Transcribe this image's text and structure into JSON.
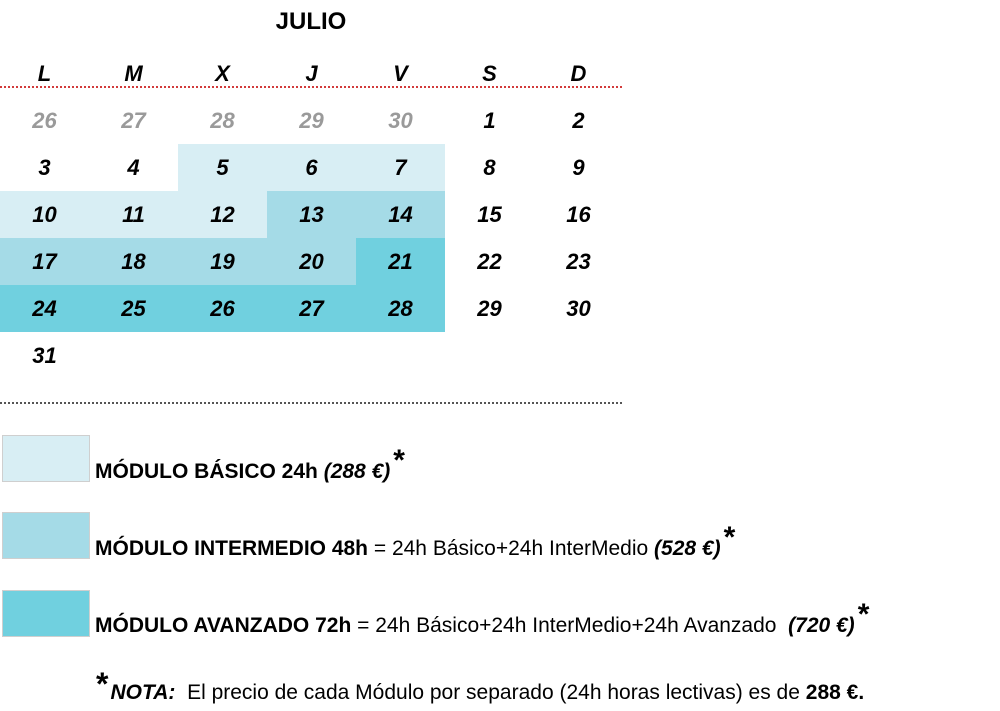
{
  "calendar": {
    "month": "JULIO",
    "days_of_week": [
      "L",
      "M",
      "X",
      "J",
      "V",
      "S",
      "D"
    ],
    "weeks": [
      [
        {
          "day": "26",
          "type": "prev"
        },
        {
          "day": "27",
          "type": "prev"
        },
        {
          "day": "28",
          "type": "prev"
        },
        {
          "day": "29",
          "type": "prev"
        },
        {
          "day": "30",
          "type": "prev"
        },
        {
          "day": "1",
          "type": "none"
        },
        {
          "day": "2",
          "type": "none"
        }
      ],
      [
        {
          "day": "3",
          "type": "none"
        },
        {
          "day": "4",
          "type": "none"
        },
        {
          "day": "5",
          "type": "basico"
        },
        {
          "day": "6",
          "type": "basico"
        },
        {
          "day": "7",
          "type": "basico"
        },
        {
          "day": "8",
          "type": "none"
        },
        {
          "day": "9",
          "type": "none"
        }
      ],
      [
        {
          "day": "10",
          "type": "basico"
        },
        {
          "day": "11",
          "type": "basico"
        },
        {
          "day": "12",
          "type": "basico"
        },
        {
          "day": "13",
          "type": "intermedio"
        },
        {
          "day": "14",
          "type": "intermedio"
        },
        {
          "day": "15",
          "type": "none"
        },
        {
          "day": "16",
          "type": "none"
        }
      ],
      [
        {
          "day": "17",
          "type": "intermedio"
        },
        {
          "day": "18",
          "type": "intermedio"
        },
        {
          "day": "19",
          "type": "intermedio"
        },
        {
          "day": "20",
          "type": "intermedio"
        },
        {
          "day": "21",
          "type": "avanzado"
        },
        {
          "day": "22",
          "type": "none"
        },
        {
          "day": "23",
          "type": "none"
        }
      ],
      [
        {
          "day": "24",
          "type": "avanzado"
        },
        {
          "day": "25",
          "type": "avanzado"
        },
        {
          "day": "26",
          "type": "avanzado"
        },
        {
          "day": "27",
          "type": "avanzado"
        },
        {
          "day": "28",
          "type": "avanzado"
        },
        {
          "day": "29",
          "type": "none"
        },
        {
          "day": "30",
          "type": "none"
        }
      ],
      [
        {
          "day": "31",
          "type": "none"
        },
        {
          "day": "",
          "type": "none"
        },
        {
          "day": "",
          "type": "none"
        },
        {
          "day": "",
          "type": "none"
        },
        {
          "day": "",
          "type": "none"
        },
        {
          "day": "",
          "type": "none"
        },
        {
          "day": "",
          "type": "none"
        }
      ]
    ]
  },
  "colors": {
    "basico": "#d8eef4",
    "intermedio": "#a5dbe7",
    "avanzado": "#70d0df",
    "prev_day_text": "#9a9a9a",
    "header_rule": "#d23b3b"
  },
  "legend": {
    "basico": {
      "title": "MÓDULO BÁSICO 24h",
      "detail": "",
      "price": "(288 €)",
      "star": "*"
    },
    "intermedio": {
      "title": "MÓDULO INTERMEDIO 48h",
      "detail": " = 24h Básico+24h InterMedio ",
      "price": "(528 €)",
      "star": "*"
    },
    "avanzado": {
      "title": "MÓDULO AVANZADO 72h",
      "detail": " = 24h Básico+24h InterMedio+24h Avanzado  ",
      "price": "(720 €)",
      "star": "*"
    }
  },
  "note": {
    "star": "*",
    "label": "NOTA:",
    "text": "El precio de cada Módulo por separado (24h horas lectivas) es de ",
    "amount": "288 €."
  }
}
